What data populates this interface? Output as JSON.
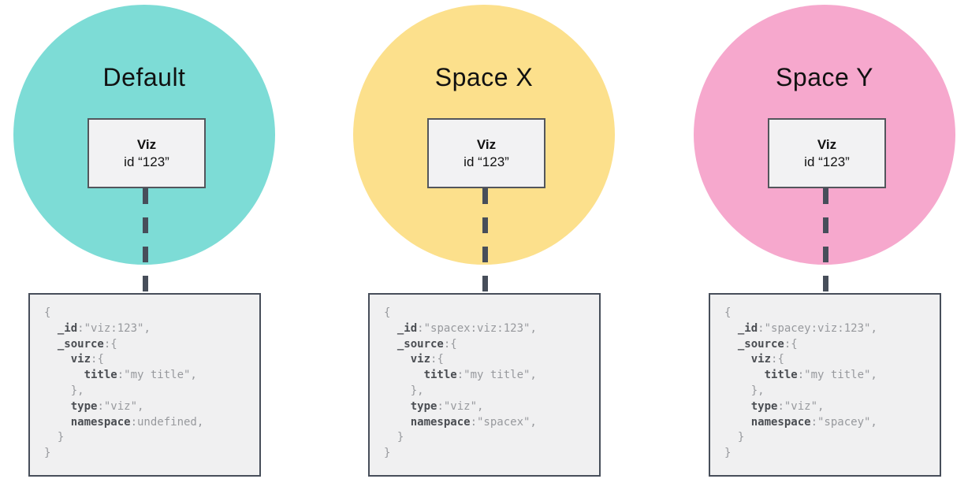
{
  "colors": {
    "background": "#ffffff",
    "default_circle": "#7ddcd6",
    "space_x_circle": "#fce08c",
    "space_y_circle": "#f6a8cd",
    "connector_and_code_border": "#474e5a",
    "viz_box_fill": "#f2f2f3",
    "code_box_fill": "#f0f0f1",
    "code_key_text": "#4a4d52",
    "code_value_text": "#97999d"
  },
  "columns": [
    {
      "title": "Default",
      "circle_color": "#7ddcd6",
      "viz_label": "Viz",
      "viz_id": "id “123”",
      "code": [
        {
          "k": "",
          "r": "{"
        },
        {
          "k": "  _id",
          "r": ":\"viz:123\","
        },
        {
          "k": "  _source",
          "r": ":{"
        },
        {
          "k": "    viz",
          "r": ":{"
        },
        {
          "k": "      title",
          "r": ":\"my title\","
        },
        {
          "k": "",
          "r": "    },"
        },
        {
          "k": "    type",
          "r": ":\"viz\","
        },
        {
          "k": "    namespace",
          "r": ":undefined,"
        },
        {
          "k": "",
          "r": "  }"
        },
        {
          "k": "",
          "r": "}"
        }
      ]
    },
    {
      "title": "Space X",
      "circle_color": "#fce08c",
      "viz_label": "Viz",
      "viz_id": "id “123”",
      "code": [
        {
          "k": "",
          "r": "{"
        },
        {
          "k": "  _id",
          "r": ":\"spacex:viz:123\","
        },
        {
          "k": "  _source",
          "r": ":{"
        },
        {
          "k": "    viz",
          "r": ":{"
        },
        {
          "k": "      title",
          "r": ":\"my title\","
        },
        {
          "k": "",
          "r": "    },"
        },
        {
          "k": "    type",
          "r": ":\"viz\","
        },
        {
          "k": "    namespace",
          "r": ":\"spacex\","
        },
        {
          "k": "",
          "r": "  }"
        },
        {
          "k": "",
          "r": "}"
        }
      ]
    },
    {
      "title": "Space Y",
      "circle_color": "#f6a8cd",
      "viz_label": "Viz",
      "viz_id": "id “123”",
      "code": [
        {
          "k": "",
          "r": "{"
        },
        {
          "k": "  _id",
          "r": ":\"spacey:viz:123\","
        },
        {
          "k": "  _source",
          "r": ":{"
        },
        {
          "k": "    viz",
          "r": ":{"
        },
        {
          "k": "      title",
          "r": ":\"my title\","
        },
        {
          "k": "",
          "r": "    },"
        },
        {
          "k": "    type",
          "r": ":\"viz\","
        },
        {
          "k": "    namespace",
          "r": ":\"spacey\","
        },
        {
          "k": "",
          "r": "  }"
        },
        {
          "k": "",
          "r": "}"
        }
      ]
    }
  ]
}
